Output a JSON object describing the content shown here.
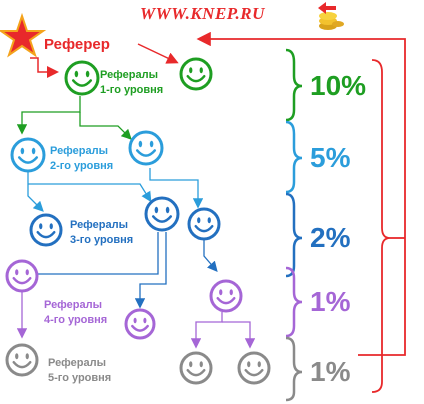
{
  "site": "WWW.KNEP.RU",
  "referrer_label": "Реферер",
  "levels": [
    {
      "line1": "Рефералы",
      "line2": "1-го уровня",
      "percent": "10%",
      "color": "#1e9e22"
    },
    {
      "line1": "Рефералы",
      "line2": "2-го уровня",
      "percent": "5%",
      "color": "#2b9ddb"
    },
    {
      "line1": "Рефералы",
      "line2": "3-го уровня",
      "percent": "2%",
      "color": "#2370c0"
    },
    {
      "line1": "Рефералы",
      "line2": "4-го уровня",
      "percent": "1%",
      "color": "#a566d6"
    },
    {
      "line1": "Рефералы",
      "line2": "5-го уровня",
      "percent": "1%",
      "color": "#8a8a8a"
    }
  ],
  "colors": {
    "red": "#e8292b",
    "green": "#1e9e22",
    "lightblue": "#2b9ddb",
    "blue": "#2370c0",
    "purple": "#a566d6",
    "gray": "#8a8a8a"
  },
  "icons": [
    "star-icon",
    "smiley-icon",
    "coins-icon",
    "left-arrow-icon"
  ]
}
